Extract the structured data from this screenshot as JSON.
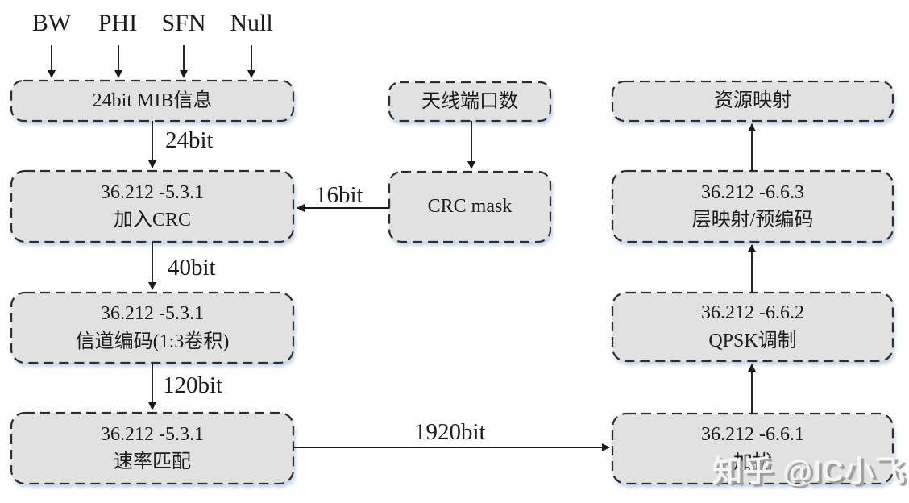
{
  "colors": {
    "box_fill": "#e1e1e1",
    "box_border": "#2e2e2e",
    "arrow": "#1a1a1a",
    "text": "#1c1c1c",
    "watermark_text": "#f5f5f5",
    "watermark_shadow": "#9e9e9e",
    "background": "#ffffff",
    "shadow_tint": "#b8cfe8"
  },
  "inputs": [
    {
      "label": "BW"
    },
    {
      "label": "PHI"
    },
    {
      "label": "SFN"
    },
    {
      "label": "Null"
    }
  ],
  "boxes": {
    "mib": {
      "lines": [
        "24bit MIB信息"
      ]
    },
    "addcrc": {
      "lines": [
        "36.212 -5.3.1",
        "加入CRC"
      ]
    },
    "coding": {
      "lines": [
        "36.212 -5.3.1",
        "信道编码(1:3卷积)"
      ]
    },
    "rate": {
      "lines": [
        "36.212 -5.3.1",
        "速率匹配"
      ]
    },
    "antenna": {
      "lines": [
        "天线端口数"
      ]
    },
    "crcmask": {
      "lines": [
        "CRC mask"
      ]
    },
    "resource": {
      "lines": [
        "资源映射"
      ]
    },
    "layermap": {
      "lines": [
        "36.212 -6.6.3",
        "层映射/预编码"
      ]
    },
    "qpsk": {
      "lines": [
        "36.212 -6.6.2",
        "QPSK调制"
      ]
    },
    "scramble": {
      "lines": [
        "36.212 -6.6.1",
        "加扰"
      ]
    }
  },
  "edges": {
    "mib_to_addcrc": "24bit",
    "addcrc_to_coding": "40bit",
    "coding_to_rate": "120bit",
    "crcmask_to_addcrc": "16bit",
    "rate_to_scramble": "1920bit"
  },
  "watermark": "知乎 @IC小飞"
}
